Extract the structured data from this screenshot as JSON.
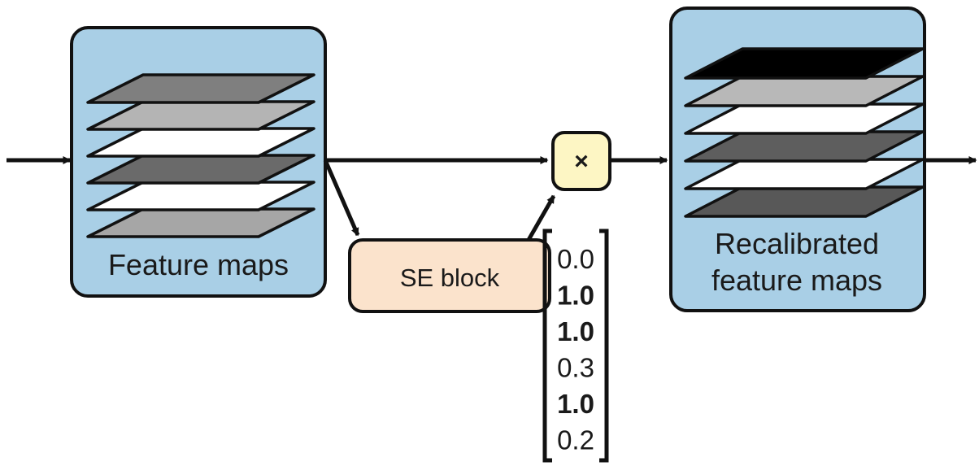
{
  "input_box": {
    "label": "Feature maps"
  },
  "se_block": {
    "label": "SE block"
  },
  "multiply_node": {
    "symbol": "×"
  },
  "scale_vector": {
    "values": [
      {
        "text": "0.0",
        "emphasis": false
      },
      {
        "text": "1.0",
        "emphasis": true
      },
      {
        "text": "1.0",
        "emphasis": true
      },
      {
        "text": "0.3",
        "emphasis": false
      },
      {
        "text": "1.0",
        "emphasis": true
      },
      {
        "text": "0.2",
        "emphasis": false
      }
    ]
  },
  "output_box": {
    "label_line1": "Recalibrated",
    "label_line2": "feature maps"
  },
  "colors": {
    "box_fill": "#a9cfe6",
    "se_fill": "#fbe3cc",
    "mult_fill": "#fdf6c4",
    "stroke": "#111111"
  },
  "layers": {
    "input_fills": [
      "#a6a6a6",
      "#ffffff",
      "#6a6a6a",
      "#ffffff",
      "#b4b4b4",
      "#7f7f7f"
    ],
    "output_fills": [
      "#585858",
      "#ffffff",
      "#5e5e5e",
      "#ffffff",
      "#b8b8b8",
      "#000000"
    ]
  }
}
